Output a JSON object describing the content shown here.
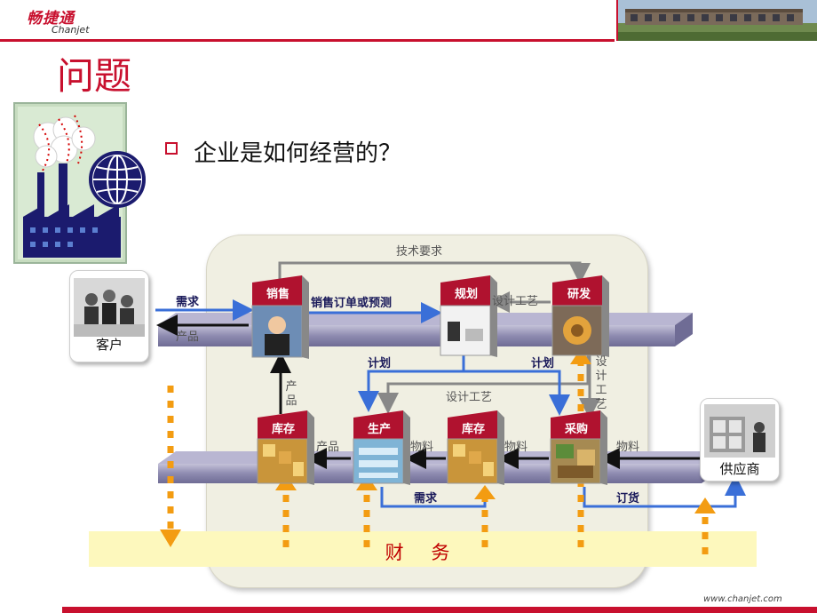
{
  "header": {
    "logo_cn": "畅捷通",
    "logo_en": "Chanjet"
  },
  "title": "问题",
  "question": "企业是如何经营的？",
  "nodes": {
    "customer": "客户",
    "supplier": "供应商",
    "sales": "销售",
    "planning": "规划",
    "rnd": "研发",
    "inventory_left": "库存",
    "production": "生产",
    "inventory_right": "库存",
    "purchasing": "采购"
  },
  "labels": {
    "tech_requirements": "技术要求",
    "demand_top": "需求",
    "product_top": "产品",
    "sales_order": "销售订单或预测",
    "design_process_top": "设计工艺",
    "plan_left": "计划",
    "plan_right": "计划",
    "design_process_mid": "设计工艺",
    "design_process_vertical": "设计工艺",
    "product_vertical": "产品",
    "product_bottom": "产品",
    "material_1": "物料",
    "material_2": "物料",
    "material_3": "物料",
    "demand_bottom": "需求",
    "order_goods": "订货"
  },
  "finance": "财 务",
  "footer_url": "www.chanjet.com",
  "colors": {
    "brand_red": "#c8102e",
    "blue_arrow": "#3a6fd8",
    "orange_arrow": "#f39c12",
    "gray_arrow": "#888888",
    "finance_band": "#fdf8bd"
  }
}
